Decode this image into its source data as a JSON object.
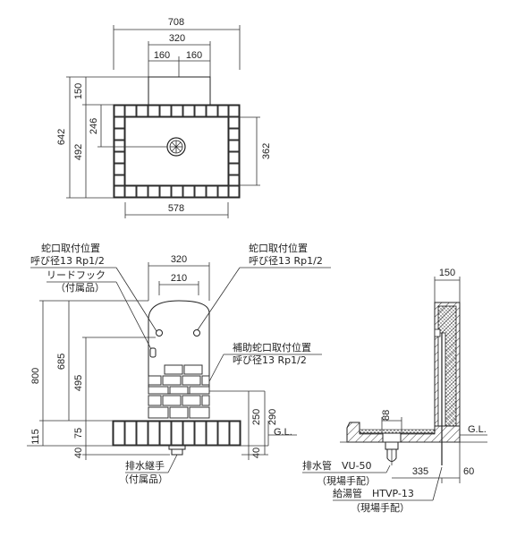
{
  "top_view": {
    "width_total": "708",
    "width_spout": "320",
    "half_left": "160",
    "half_right": "160",
    "depth_total": "642",
    "depth_back": "150",
    "depth_basin": "492",
    "depth_inner": "246",
    "basin_inner_depth": "362",
    "basin_inner_width": "578"
  },
  "front_view": {
    "faucet_label_1": "蛇口取付位置",
    "faucet_label_1_spec": "呼び径13 Rp1/2",
    "faucet_label_2": "蛇口取付位置",
    "faucet_label_2_spec": "呼び径13 Rp1/2",
    "hook_label": "リードフック",
    "hook_note": "（付属品）",
    "aux_faucet_label": "補助蛇口取付位置",
    "aux_faucet_spec": "呼び径13 Rp1/2",
    "width_320": "320",
    "width_210": "210",
    "height_800": "800",
    "height_685": "685",
    "height_495": "495",
    "height_115": "115",
    "height_75": "75",
    "height_40_left": "40",
    "height_250": "250",
    "height_290": "290",
    "height_40_right": "40",
    "gl": "G.L.",
    "drain_joint": "排水継手",
    "drain_joint_note": "（付属品）"
  },
  "side_view": {
    "width_150": "150",
    "dim_88": "88",
    "gl": "G.L.",
    "drain_pipe": "排水管　VU-50",
    "drain_pipe_note": "（現場手配）",
    "supply_pipe": "給湯管　HTVP-13",
    "supply_pipe_note": "（現場手配）",
    "dim_335": "335",
    "dim_60": "60"
  }
}
